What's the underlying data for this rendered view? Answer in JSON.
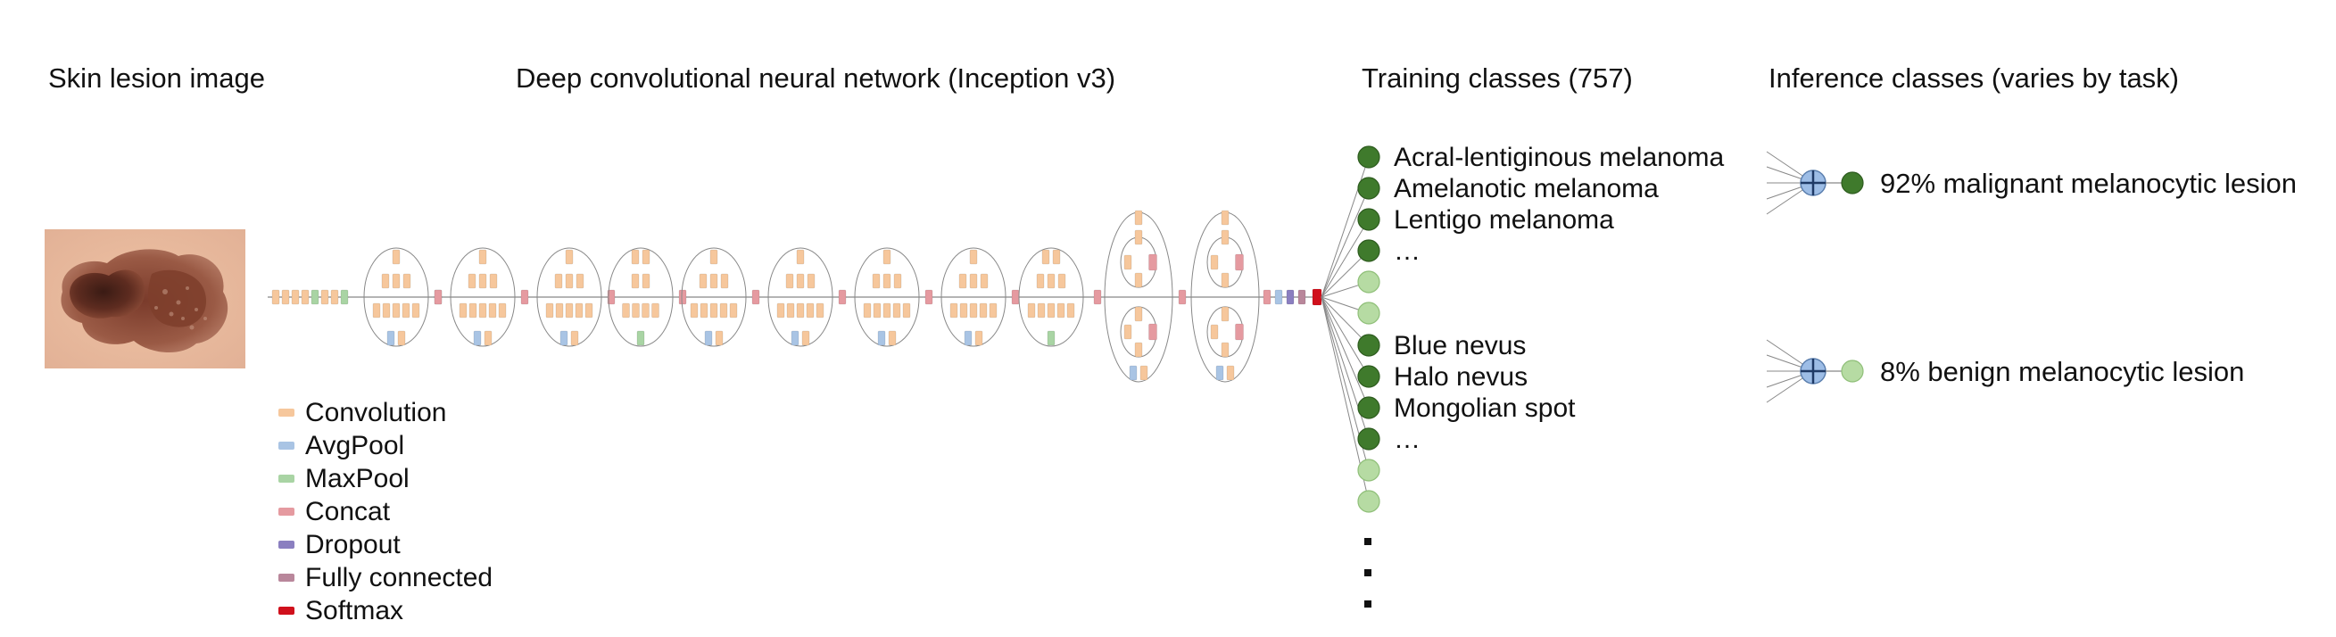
{
  "headers": {
    "input": "Skin lesion image",
    "network": "Deep convolutional neural network (Inception v3)",
    "training": "Training classes (757)",
    "inference": "Inference classes (varies by task)"
  },
  "legend": [
    {
      "label": "Convolution",
      "color": "#f6c79c"
    },
    {
      "label": "AvgPool",
      "color": "#a9c4e4"
    },
    {
      "label": "MaxPool",
      "color": "#a9d4a4"
    },
    {
      "label": "Concat",
      "color": "#e59aa0"
    },
    {
      "label": "Dropout",
      "color": "#8b7fc0"
    },
    {
      "label": "Fully connected",
      "color": "#b9879b"
    },
    {
      "label": "Softmax",
      "color": "#d0101c"
    }
  ],
  "training_classes": {
    "malignant_group": [
      "Acral-lentiginous melanoma",
      "Amelanotic melanoma",
      "Lentigo melanoma",
      "…"
    ],
    "benign_group": [
      "Blue nevus",
      "Halo nevus",
      "Mongolian spot",
      "…"
    ],
    "dark_node_color": "#3f7a2c",
    "light_node_color": "#b6dba3"
  },
  "inference_classes": [
    {
      "label": "92% malignant melanocytic lesion",
      "node": "dark"
    },
    {
      "label": "8% benign melanocytic lesion",
      "node": "light"
    }
  ],
  "sum_node_color": "#9dbde6"
}
